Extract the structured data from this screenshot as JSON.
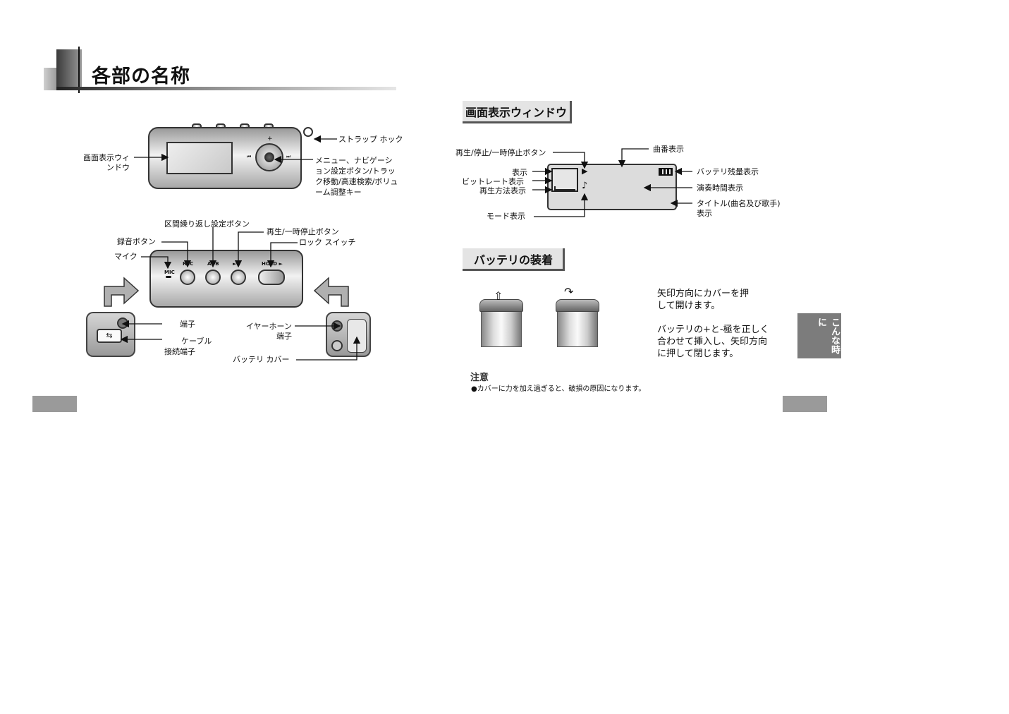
{
  "page_title": "各部の名称",
  "front_view": {
    "labels": {
      "strap_hook": "ストラップ ホック",
      "display_window": "画面表示ウィ\nンドウ",
      "menu_key": "メニュー、ナビゲーシ\nョン設定ボタン/トラッ\nク移動/高速検索/ボリュ\nーム調整キー"
    }
  },
  "top_view": {
    "labels": {
      "section_repeat": "区間繰り返し設定ボタン",
      "record": "録音ボタン",
      "play_pause": "再生/一時停止ボタン",
      "lock_switch": "ロック スイッチ",
      "mic": "マイク"
    },
    "button_texts": {
      "mic": "MIC",
      "rec": "REC",
      "ab": "A↔B",
      "play": "►II",
      "hold": "HOLD ►"
    }
  },
  "side_views": {
    "labels": {
      "terminal": "端子",
      "cable": "ケーブル",
      "cable_terminal": "接続端子",
      "earphone": "イヤーホーン\n端子",
      "battery_cover": "バッテリ カバー"
    }
  },
  "display_section": {
    "header": "画面表示ウィンドウ",
    "labels": {
      "play_stop": "再生/停止/一時停止ボタン",
      "display": "表示",
      "bitrate": "ビットレート表示",
      "play_method": "再生方法表示",
      "mode": "モード表示",
      "track_no": "曲番表示",
      "battery": "バッテリ残量表示",
      "play_time": "演奏時間表示",
      "title_info": "タイトル(曲名及び歌手)\n表示"
    },
    "lcd_symbols": {
      "play": "▶",
      "note": "♪"
    }
  },
  "battery_section": {
    "header": "バッテリの装着",
    "step1": "矢印方向にカバーを押\nして開けます。",
    "step2": "バッテリの+と-極を正しく\n合わせて挿入し、矢印方向\nに押して閉じます。",
    "note_title": "注意",
    "note_text": "●カバーに力を加え過ぎると、破損の原因になります。"
  },
  "side_tab": "こんな時に",
  "colors": {
    "tab_gray": "#7c7c7c",
    "page_box_gray": "#9a9a9a"
  }
}
